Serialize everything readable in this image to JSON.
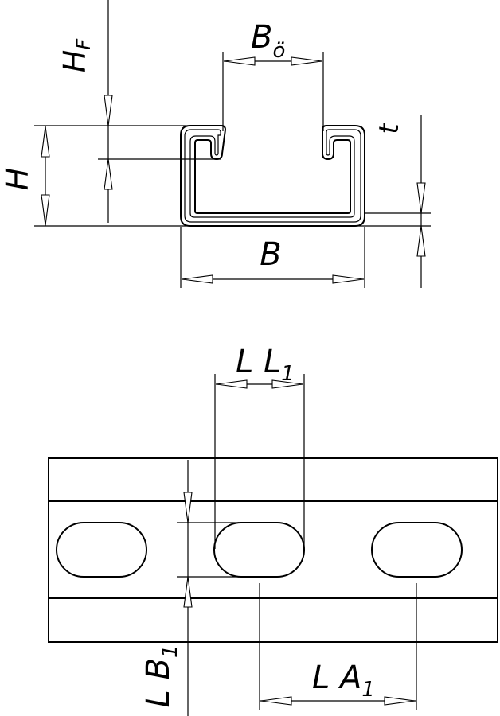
{
  "labels": {
    "hf": "H",
    "hf_sub": "F",
    "b_open": "B",
    "b_open_sub": "ö",
    "t": "t",
    "h": "H",
    "b": "B",
    "ll": "L L",
    "ll_sub": "1",
    "lb": "L B",
    "lb_sub": "1",
    "la": "L A",
    "la_sub": "1"
  }
}
